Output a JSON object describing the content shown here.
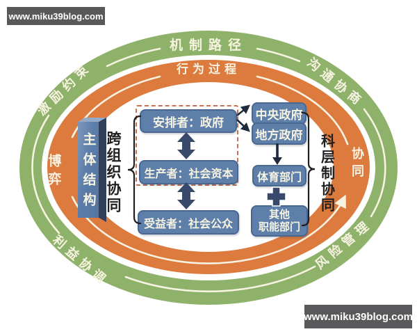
{
  "watermarks": {
    "top": "www.miku39blog.com",
    "bottom": "www.miku39blog.com"
  },
  "outer_ring": {
    "color": "#8fb26a",
    "labels": {
      "top": "机制路径",
      "top_right": "沟通协商",
      "top_left": "激励约束",
      "bottom_left": "利益协调",
      "bottom_right": "风险管理"
    }
  },
  "inner_ring": {
    "color": "#dd7a3e",
    "labels": {
      "top": "行为过程",
      "left": "博弈",
      "right": "协同"
    }
  },
  "center": {
    "subject_bar": "主体结构",
    "left_group_label": "跨组织协同",
    "right_group_label": "科层制协同",
    "boxes": {
      "arranger": "安排者：政府",
      "producer": "生产者：社会资本",
      "beneficiary": "受益者：社会公众",
      "central_gov": "中央政府",
      "local_gov": "地方政府",
      "sports_dept": "体育部门",
      "other_dept_line1": "其他",
      "other_dept_line2": "职能部门",
      "plus": "+"
    }
  },
  "colors": {
    "green_ring": "#8fb26a",
    "orange_ring": "#dd7a3e",
    "cream": "#f7f3e2",
    "box_blue": "#5d7fa9",
    "arrow_navy": "#39496b",
    "dashed_border": "#c96f52",
    "banner_bg": "#59595b"
  }
}
